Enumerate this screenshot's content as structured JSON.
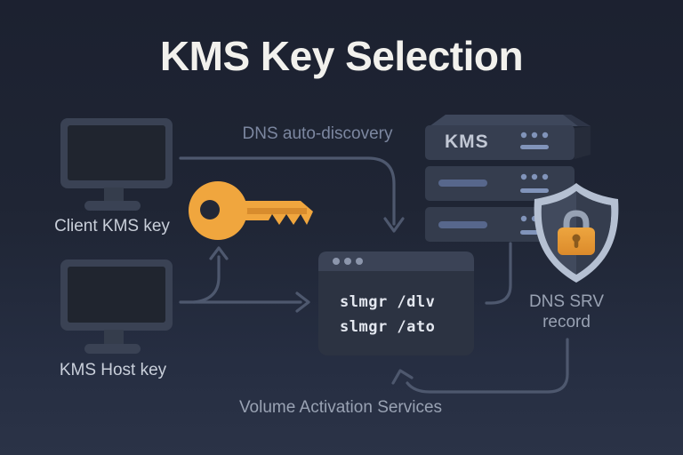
{
  "title": "KMS Key Selection",
  "nodes": {
    "client": {
      "label": "Client KMS key",
      "icon": "monitor-icon"
    },
    "host": {
      "label": "KMS Host key",
      "icon": "monitor-icon"
    },
    "server": {
      "label": "KMS",
      "icon": "server-rack-icon"
    },
    "terminal": {
      "icon": "terminal-window-icon",
      "commands": [
        "slmgr /dlv",
        "slmgr /ato"
      ]
    },
    "key": {
      "icon": "key-icon"
    },
    "shield": {
      "icon": "shield-lock-icon"
    }
  },
  "annotations": {
    "dns_auto": "DNS auto-discovery",
    "dns_srv_line1": "DNS SRV",
    "dns_srv_line2": "record",
    "volume": "Volume Activation Services"
  },
  "colors": {
    "background_top": "#1c2130",
    "background_bottom": "#2b3347",
    "title_text": "#f2f1ed",
    "node_label_text": "#c9cfda",
    "annotation_text": "#8a94a9",
    "arrow_line": "#4e586e",
    "key_orange": "#f0a63e",
    "key_orange_dark": "#d88c2d",
    "lock_orange": "#eda53f",
    "shield_border": "#b5c0d2",
    "panel_slate": "#3a4254",
    "terminal_body": "#2c3342",
    "terminal_text": "#e3e7ef",
    "server_accent": "#8194ba"
  }
}
